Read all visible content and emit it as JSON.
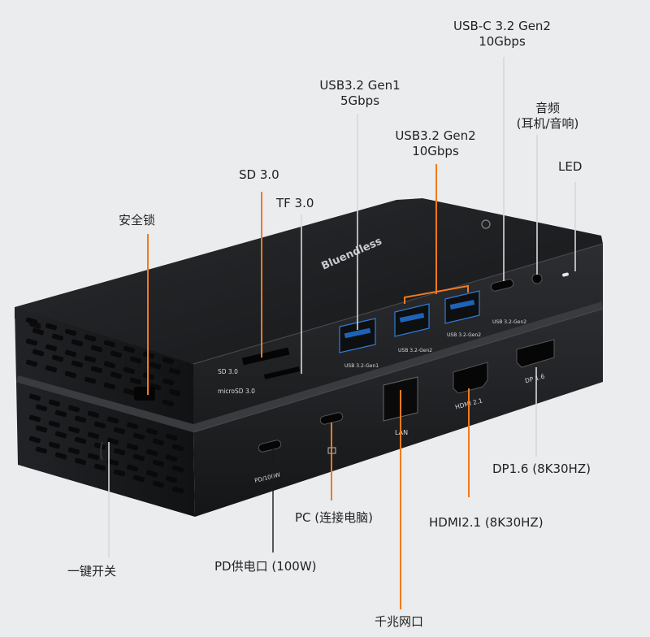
{
  "brand": "Bluendless",
  "labels": {
    "sd": "SD 3.0",
    "tf": "TF 3.0",
    "lock": "安全锁",
    "usb_gen1_l1": "USB3.2 Gen1",
    "usb_gen1_l2": "5Gbps",
    "usb_gen2_l1": "USB3.2 Gen2",
    "usb_gen2_l2": "10Gbps",
    "usbc_l1": "USB-C 3.2 Gen2",
    "usbc_l2": "10Gbps",
    "audio_l1": "音频",
    "audio_l2": "(耳机/音响)",
    "led": "LED",
    "dp": "DP1.6 (8K30HZ)",
    "hdmi": "HDMI2.1 (8K30HZ)",
    "pc": "PC (连接电脑)",
    "pd": "PD供电口 (100W)",
    "power": "一键开关",
    "lan": "千兆网口"
  },
  "device_print": {
    "sd": "SD 3.0",
    "microsd": "microSD 3.0",
    "usb_gen1": "USB 3.2-Gen1",
    "usb_gen2_a": "USB 3.2-Gen2",
    "usb_gen2_b": "USB 3.2-Gen2",
    "usbc": "USB 3.2-Gen2",
    "hdmi": "HDMI 2.1",
    "dp": "DP 1.6",
    "lan": "LAN",
    "pd": "PD/100W"
  },
  "colors": {
    "background": "#ebeced",
    "device_body": "#1f2023",
    "leader_line": "#f07a1e",
    "label_text": "#222222"
  }
}
